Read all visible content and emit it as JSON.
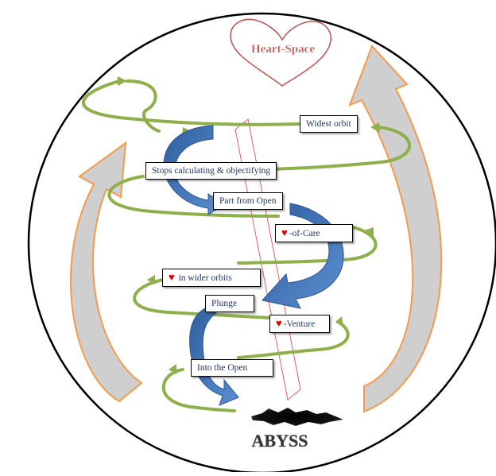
{
  "title": "Heart-Space",
  "bottom_label": "ABYSS",
  "labels": {
    "widest_orbit": "Widest orbit",
    "stops_calculating": "Stops calculating & objectifying",
    "part_from_open": "Part from Open",
    "heart_of_care": "-of-Care",
    "heart_wider_orbits": " in wider orbits",
    "plunge": "Plunge",
    "heart_venture": "-Venture",
    "into_the_open": "Into the Open"
  },
  "heart_symbol": "♥",
  "colors": {
    "orbit_green": "#8db04a",
    "spiral_blue": "#3d6fb0",
    "outer_orange": "#f59a4a",
    "heart_red": "#c0504d",
    "axis_red": "#e06060",
    "abyss_black": "#000000",
    "label_text": "#1f3864"
  }
}
